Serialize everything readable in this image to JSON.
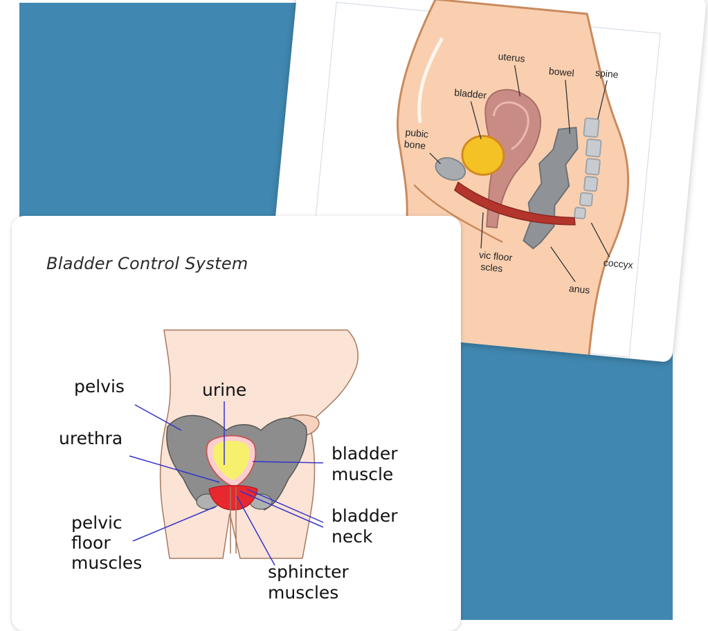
{
  "sagittal": {
    "labels": {
      "uterus": "uterus",
      "bowel": "bowel",
      "spine": "spine",
      "bladder": "bladder",
      "pubic_1": "pubic",
      "pubic_2": "bone",
      "pelvic_floor_1": "vic floor",
      "pelvic_floor_2": "scles",
      "coccyx": "coccyx",
      "anus": "anus"
    }
  },
  "front": {
    "title": "Bladder Control System",
    "labels": {
      "pelvis": "pelvis",
      "urine": "urine",
      "urethra": "urethra",
      "bladder_muscle_1": "bladder",
      "bladder_muscle_2": "muscle",
      "bladder_neck_1": "bladder",
      "bladder_neck_2": "neck",
      "pelvic_floor_1": "pelvic",
      "pelvic_floor_2": "floor",
      "pelvic_floor_3": "muscles",
      "sphincter_1": "sphincter",
      "sphincter_2": "muscles"
    }
  },
  "colors": {
    "background_panel": "#4088b1",
    "skin": "#f9cfb0",
    "skin_outline": "#c98a5e",
    "bladder": "#f5c226",
    "uterus": "#c98c84",
    "muscle": "#b3352c",
    "bone": "#a8acb1",
    "pelvis_bone": "#8d8d8d",
    "urine": "#f7f06d",
    "sphincter": "#e8282f",
    "pointer_line": "#3333cc"
  }
}
